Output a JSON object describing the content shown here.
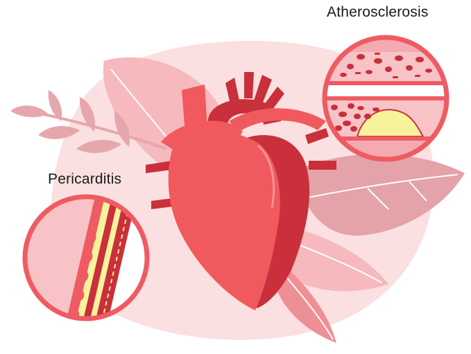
{
  "labels": {
    "atherosclerosis": "Atherosclerosis",
    "pericarditis": "Pericarditis"
  },
  "colors": {
    "blob": "#fbe0e1",
    "leaf_light": "#f9c5c8",
    "leaf_mid": "#f4aab0",
    "leaf_dark": "#e6a7ac",
    "heart_main": "#f05a5f",
    "heart_dark": "#c9303b",
    "blood_cell": "#c9303b",
    "plaque": "#f7f39a",
    "ring": "#ef5b62"
  },
  "icons": [
    "heart-illustration",
    "atherosclerosis-magnifier",
    "pericarditis-magnifier"
  ]
}
